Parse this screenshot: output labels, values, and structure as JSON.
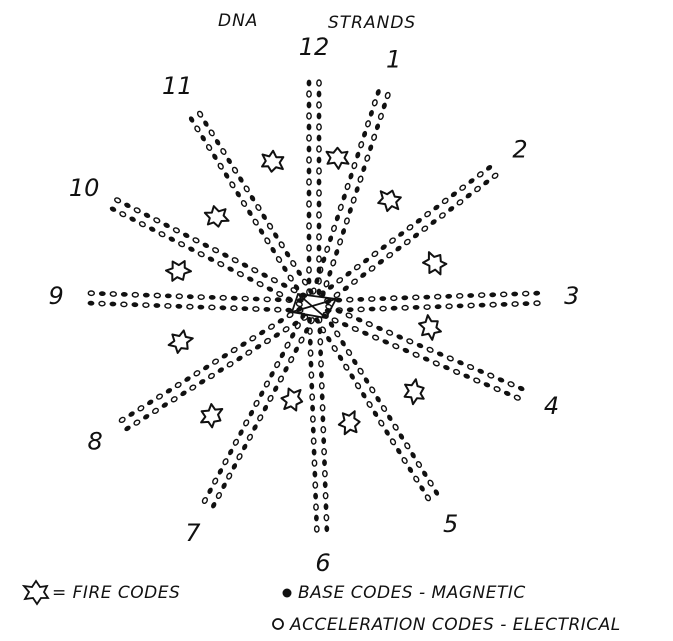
{
  "title": {
    "left": "DNA",
    "right": "STRANDS"
  },
  "strands": [
    {
      "label": "12",
      "angle_deg": 0
    },
    {
      "label": "1",
      "angle_deg": 18
    },
    {
      "label": "2",
      "angle_deg": 53
    },
    {
      "label": "3",
      "angle_deg": 88
    },
    {
      "label": "4",
      "angle_deg": 113
    },
    {
      "label": "5",
      "angle_deg": 148
    },
    {
      "label": "6",
      "angle_deg": 178
    },
    {
      "label": "7",
      "angle_deg": 208
    },
    {
      "label": "8",
      "angle_deg": 238
    },
    {
      "label": "9",
      "angle_deg": 272
    },
    {
      "label": "10",
      "angle_deg": 297
    },
    {
      "label": "11",
      "angle_deg": 328
    }
  ],
  "fire_code_count": 12,
  "legend": {
    "fire": "= FIRE CODES",
    "base": "BASE CODES - MAGNETIC",
    "acceleration": "ACCELERATION CODES - ELECTRICAL"
  },
  "colors": {
    "ink": "#111111",
    "paper": "#ffffff"
  },
  "icons": {
    "fire_code": "fire-code-star-icon",
    "base_code": "filled-dot-icon",
    "acceleration_code": "open-ring-icon"
  }
}
